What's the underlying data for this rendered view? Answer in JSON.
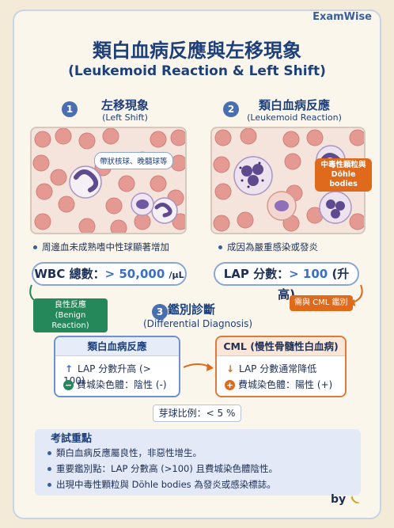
{
  "brand": "ExamWise",
  "title_zh": "類白血病反應與左移現象",
  "title_en": "(Leukemoid Reaction & Left Shift)",
  "section1": {
    "num": "1",
    "title": "左移現象",
    "subtitle": "(Left Shift)",
    "callout": "帶狀核球、晚髓球等",
    "bullet": "周邊血未成熟嗜中性球顯著增加",
    "pill_label": "WBC 總數：",
    "pill_value": "> 50,000",
    "pill_unit": "/µL"
  },
  "section2": {
    "num": "2",
    "title": "類白血病反應",
    "subtitle": "(Leukemoid Reaction)",
    "callout_line1": "中毒性顆粒與",
    "callout_line2": "Döhle bodies",
    "bullet": "成因為嚴重感染或發炎",
    "pill_label": "LAP 分數：",
    "pill_value": "> 100",
    "pill_suffix": "(升高)"
  },
  "tag_benign_line1": "良性反應",
  "tag_benign_line2": "(Benign Reaction)",
  "tag_cml": "需與 CML 鑑別",
  "section3": {
    "num": "3",
    "title": "鑑別診斷",
    "subtitle": "(Differential Diagnosis)"
  },
  "box_left": {
    "title": "類白血病反應",
    "row1_icon": "↑",
    "row1": "LAP 分數升高 (> 100)",
    "row2_icon": "−",
    "row2": "費城染色體：陰性 (-)"
  },
  "box_right": {
    "title": "CML (慢性骨髓性白血病)",
    "row1_icon": "↓",
    "row1": "LAP 分數通常降低",
    "row2_icon": "+",
    "row2": "費城染色體：陽性 (+)"
  },
  "blast_ratio": "芽球比例：< 5 %",
  "exam": {
    "title": "考試重點",
    "items": [
      "類白血病反應屬良性，非惡性增生。",
      "重要鑑別點：LAP 分數高 (>100) 且費城染色體陰性。",
      "出現中毒性顆粒與 Döhle bodies 為發炎或感染標誌。"
    ]
  },
  "byline": "by",
  "colors": {
    "accent_blue": "#3b5f9c",
    "green": "#24885a",
    "orange": "#e06a1b"
  }
}
